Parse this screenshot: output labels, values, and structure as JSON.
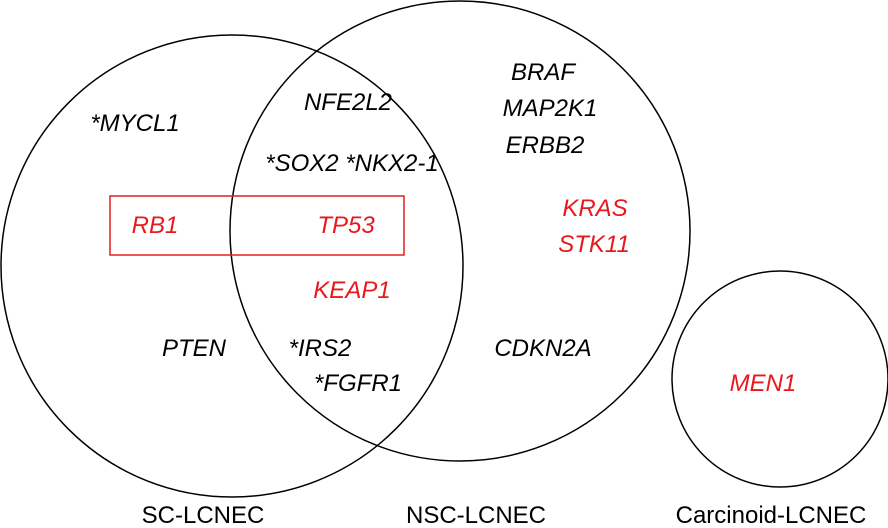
{
  "colors": {
    "black": "#000000",
    "red": "#e8191c"
  },
  "sets": {
    "sc_lcnec": "SC-LCNEC",
    "nsc_lcnec": "NSC-LCNEC",
    "carcinoid_lcnec": "Carcinoid-LCNEC"
  },
  "genes": {
    "mycl1": "*MYCL1",
    "pten": "PTEN",
    "nfe2l2": "NFE2L2",
    "sox2_nkx21": "*SOX2 *NKX2-1",
    "rb1": "RB1",
    "tp53": "TP53",
    "keap1": "KEAP1",
    "irs2": "*IRS2",
    "fgfr1": "*FGFR1",
    "braf": "BRAF",
    "map2k1": "MAP2K1",
    "erbb2": "ERBB2",
    "kras": "KRAS",
    "stk11": "STK11",
    "cdkn2a": "CDKN2A",
    "men1": "MEN1"
  }
}
